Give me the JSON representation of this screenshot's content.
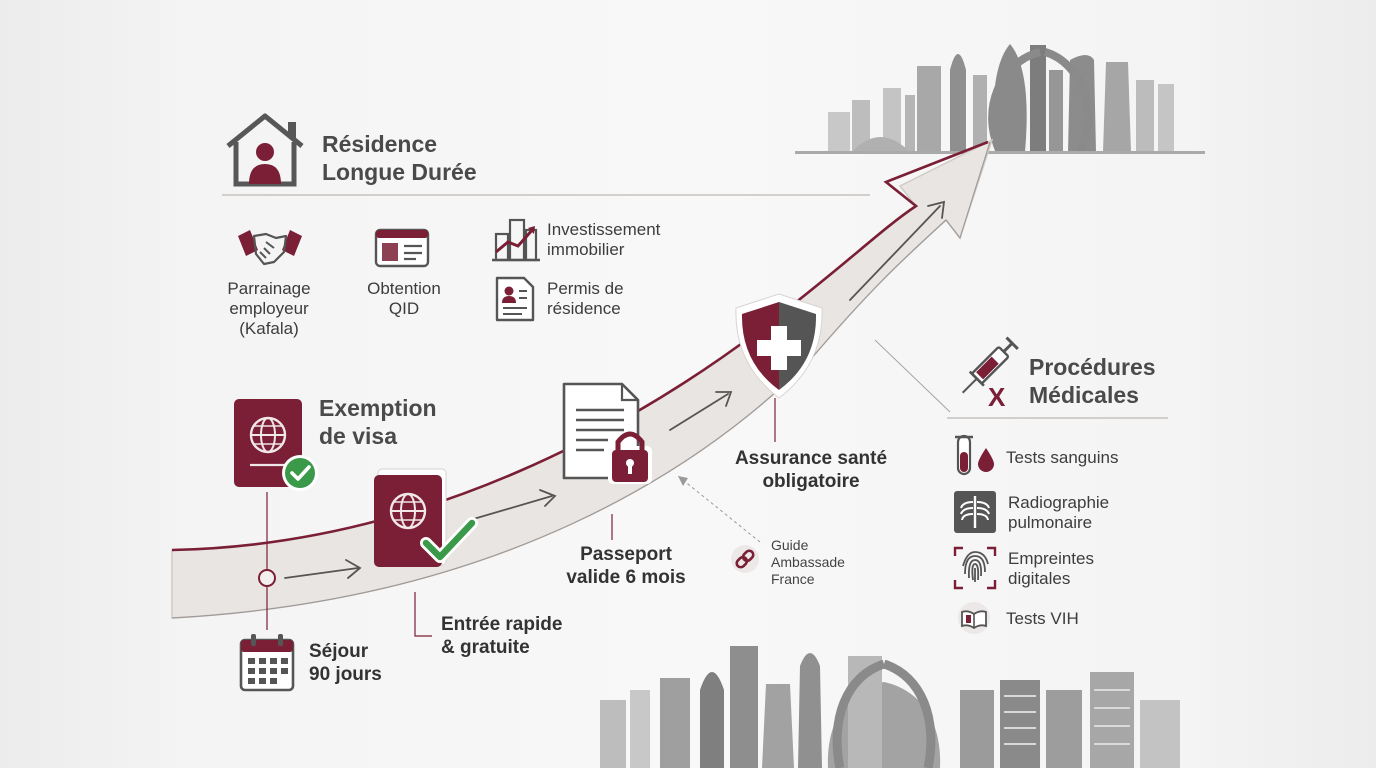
{
  "colors": {
    "maroon": "#7a1f35",
    "gray": "#6b6b6b",
    "green": "#3b9a49",
    "light": "#e9e5e2"
  },
  "residence": {
    "title_line1": "Résidence",
    "title_line2": "Longue Durée",
    "items": {
      "sponsor": {
        "line1": "Parrainage",
        "line2": "employeur",
        "line3": "(Kafala)",
        "icon": "handshake-icon"
      },
      "qid": {
        "line1": "Obtention",
        "line2": "QID",
        "icon": "id-card-icon"
      },
      "invest": {
        "line1": "Investissement",
        "line2": "immobilier",
        "icon": "building-growth-icon"
      },
      "permit": {
        "line1": "Permis de",
        "line2": "résidence",
        "icon": "document-person-icon"
      }
    }
  },
  "visa": {
    "title_line1": "Exemption",
    "title_line2": "de visa",
    "stay": {
      "line1": "Séjour",
      "line2": "90 jours",
      "icon": "calendar-icon"
    },
    "entry": {
      "line1": "Entrée rapide",
      "line2": "& gratuite",
      "icon": "passport-check-icon"
    }
  },
  "passport": {
    "line1": "Passeport",
    "line2": "valide 6 mois",
    "icon": "document-lock-icon"
  },
  "insurance": {
    "line1": "Assurance santé",
    "line2": "obligatoire",
    "icon": "shield-cross-icon"
  },
  "guide": {
    "line1": "Guide",
    "line2": "Ambassade",
    "line3": "France",
    "icon": "link-icon"
  },
  "medical": {
    "title_line1": "Procédures",
    "title_line2": "Médicales",
    "items": {
      "blood": {
        "line1": "Tests sanguins",
        "icon": "blood-test-icon"
      },
      "xray": {
        "line1": "Radiographie",
        "line2": "pulmonaire",
        "icon": "xray-icon"
      },
      "fingerprint": {
        "line1": "Empreintes",
        "line2": "digitales",
        "icon": "fingerprint-icon"
      },
      "hiv": {
        "line1": "Tests VIH",
        "icon": "book-icon"
      }
    }
  }
}
